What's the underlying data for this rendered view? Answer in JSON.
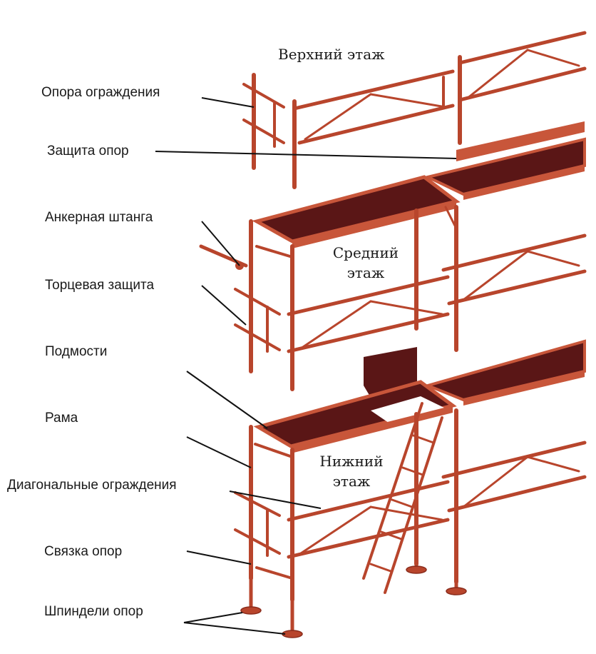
{
  "floors": {
    "upper": "Верхний этаж",
    "middle_line1": "Средний",
    "middle_line2": "этаж",
    "lower_line1": "Нижний",
    "lower_line2": "этаж"
  },
  "labels": {
    "guardrail_post": "Опора ограждения",
    "toe_board": "Защита опор",
    "anchor_rod": "Анкерная штанга",
    "end_guard": "Торцевая защита",
    "platform": "Подмости",
    "frame": "Рама",
    "diagonal_guards": "Диагональные ограждения",
    "post_tie": "Связка опор",
    "post_spindles": "Шпиндели опор"
  },
  "colors": {
    "frame": "#b8452c",
    "frame_dark": "#8a2c1c",
    "deck": "#5a1616",
    "deck_edge": "#c8563a",
    "leader": "#111111"
  }
}
